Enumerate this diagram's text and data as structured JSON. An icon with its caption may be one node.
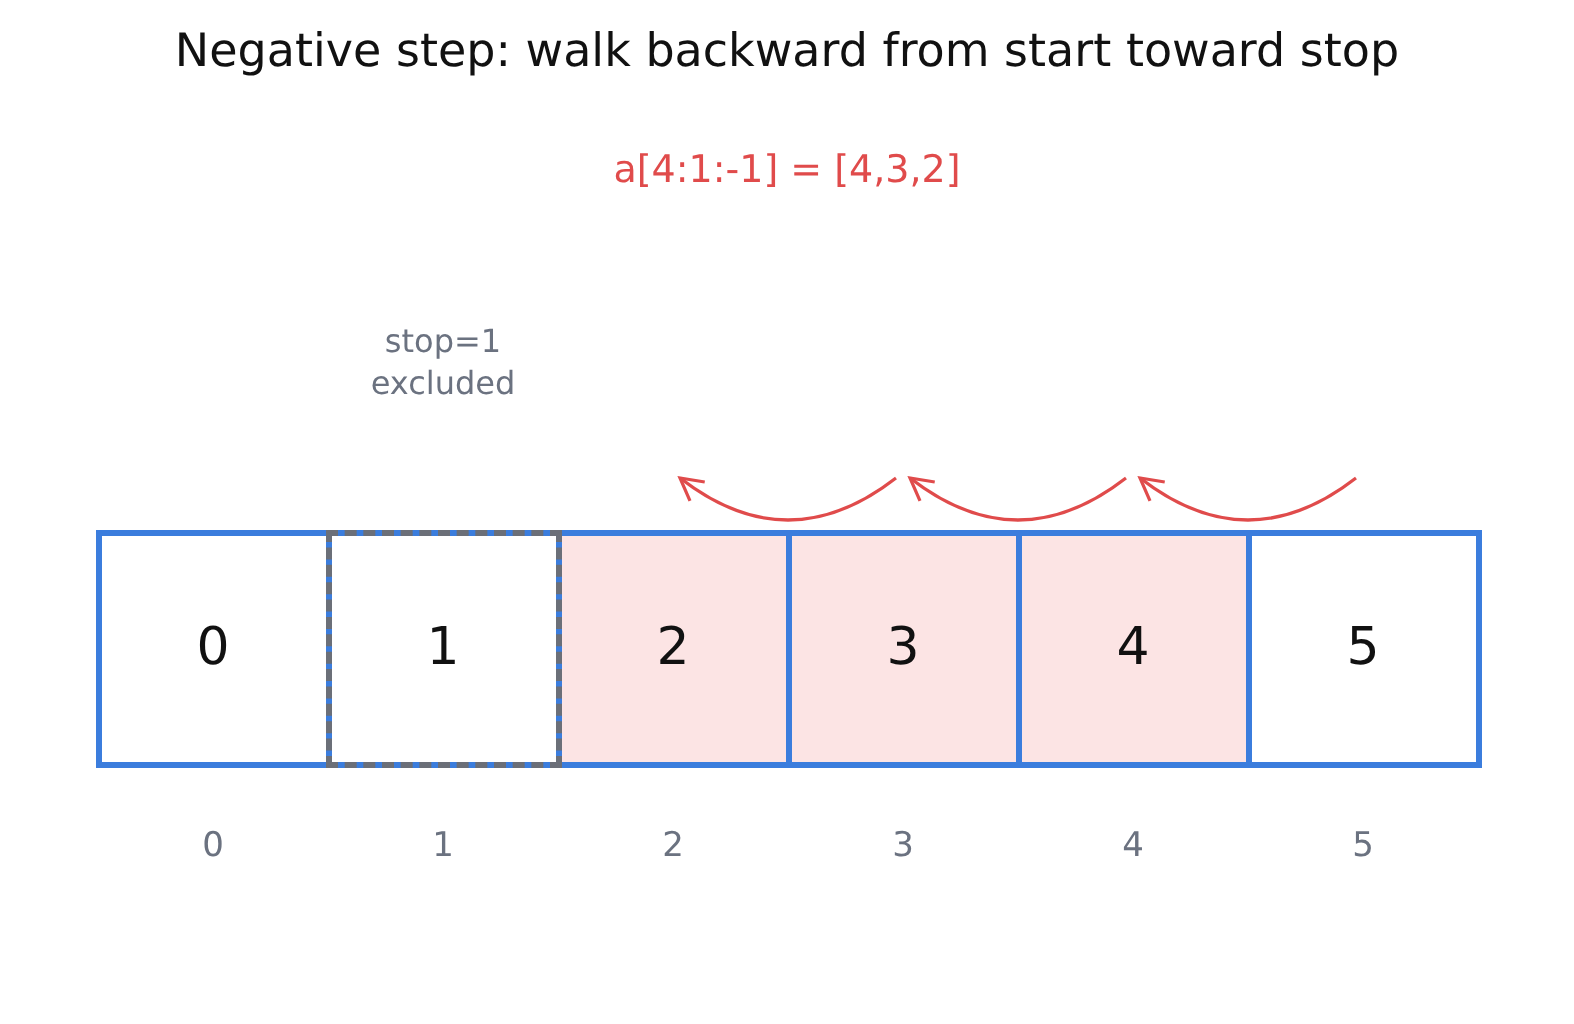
{
  "diagram": {
    "title": "Negative step: walk backward from start toward stop",
    "nodes": [
      {
        "text": [
          "0"
        ],
        "beside": [
          "0"
        ]
      },
      {
        "text": [
          "1"
        ],
        "beside": [
          "1"
        ]
      },
      {
        "text": [
          "2"
        ],
        "beside": [
          "2"
        ]
      },
      {
        "text": [
          "3"
        ],
        "beside": [
          "3"
        ]
      },
      {
        "text": [
          "4"
        ],
        "beside": [
          "4"
        ]
      },
      {
        "text": [
          "5"
        ],
        "beside": [
          "5"
        ]
      }
    ],
    "edges": [
      {
        "from": 3,
        "to": 2,
        "arrow": "to"
      },
      {
        "from": 4,
        "to": 3,
        "arrow": "to"
      },
      {
        "from": 5,
        "to": 4,
        "arrow": "to"
      }
    ],
    "labels": [
      "a[4:1:-1] = [4,3,2]",
      "stop=1 excluded"
    ]
  }
}
